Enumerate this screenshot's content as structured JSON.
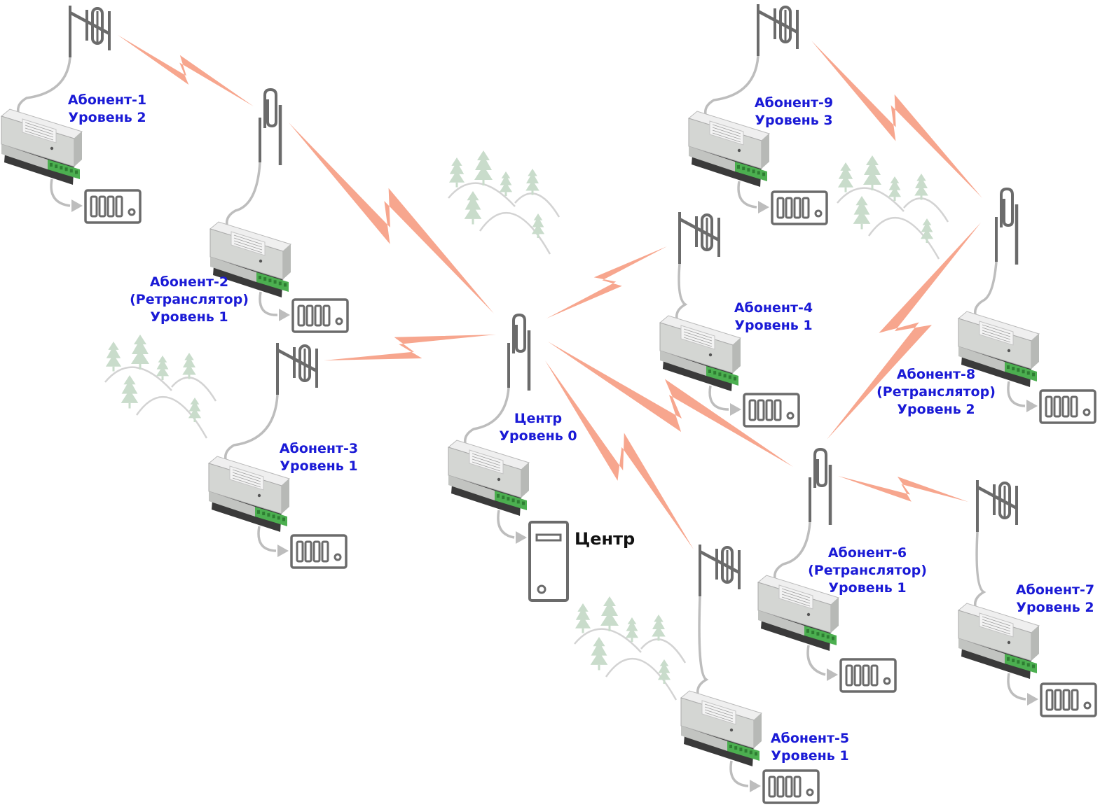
{
  "colors": {
    "link": "#f7a68e",
    "label": "#1a1ad6",
    "device_body": "#d4d6d3",
    "terminal": "#4caf50",
    "antenna": "#6b6b6b",
    "cable": "#bdbdbd",
    "trees": "#c9dccb"
  },
  "nodes": [
    {
      "id": "center",
      "lines": [
        "Центр",
        "Уровень 0"
      ],
      "antenna": "whip"
    },
    {
      "id": "a1",
      "lines": [
        "Абонент-1",
        "Уровень 2"
      ],
      "antenna": "yagi"
    },
    {
      "id": "a2",
      "lines": [
        "Абонент-2",
        "(Ретранслятор)",
        "Уровень 1"
      ],
      "antenna": "whip"
    },
    {
      "id": "a3",
      "lines": [
        "Абонент-3",
        "Уровень 1"
      ],
      "antenna": "yagi"
    },
    {
      "id": "a4",
      "lines": [
        "Абонент-4",
        "Уровень 1"
      ],
      "antenna": "yagi"
    },
    {
      "id": "a5",
      "lines": [
        "Абонент-5",
        "Уровень 1"
      ],
      "antenna": "yagi"
    },
    {
      "id": "a6",
      "lines": [
        "Абонент-6",
        "(Ретранслятор)",
        "Уровень 1"
      ],
      "antenna": "whip"
    },
    {
      "id": "a7",
      "lines": [
        "Абонент-7",
        "Уровень 2"
      ],
      "antenna": "yagi"
    },
    {
      "id": "a8",
      "lines": [
        "Абонент-8",
        "(Ретранслятор)",
        "Уровень 2"
      ],
      "antenna": "whip"
    },
    {
      "id": "a9",
      "lines": [
        "Абонент-9",
        "Уровень 3"
      ],
      "antenna": "yagi"
    }
  ],
  "links": [
    [
      "center",
      "a2"
    ],
    [
      "center",
      "a3"
    ],
    [
      "center",
      "a4"
    ],
    [
      "center",
      "a5"
    ],
    [
      "center",
      "a6"
    ],
    [
      "a2",
      "a1"
    ],
    [
      "a6",
      "a7"
    ],
    [
      "a6",
      "a8"
    ],
    [
      "a8",
      "a9"
    ]
  ],
  "center_pc": {
    "label": "Центр",
    "icon": "server-icon"
  },
  "icons": {
    "meter": "meter-icon",
    "device": "radio-modem-icon",
    "trees": "forest-icon"
  }
}
